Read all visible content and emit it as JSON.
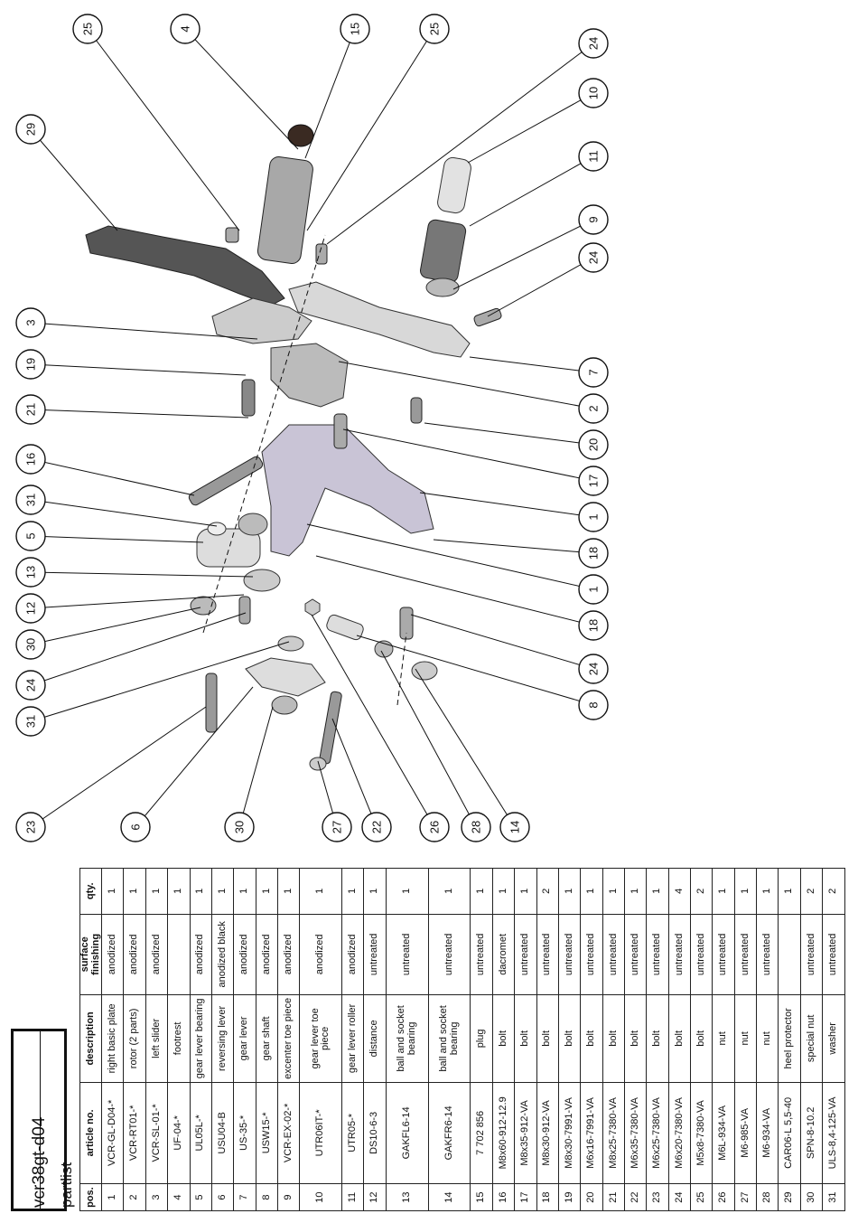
{
  "title_block": {
    "code": "vcr38gt-d04",
    "label": "partlist"
  },
  "table": {
    "headers": [
      "pos.",
      "article no.",
      "description",
      "surface finishing",
      "qty."
    ],
    "rows": [
      [
        "1",
        "VCR-GL-D04-*",
        "right basic plate",
        "anodized",
        "1"
      ],
      [
        "2",
        "VCR-RT01-*",
        "rotor (2 parts)",
        "anodized",
        "1"
      ],
      [
        "3",
        "VCR-SL-01-*",
        "left slider",
        "anodized",
        "1"
      ],
      [
        "4",
        "UF-04-*",
        "footrest",
        "",
        "1"
      ],
      [
        "5",
        "UL05L-*",
        "gear lever bearing",
        "anodized",
        "1"
      ],
      [
        "6",
        "USU04-B",
        "reversing lever",
        "anodized black",
        "1"
      ],
      [
        "7",
        "US-35-*",
        "gear lever",
        "anodized",
        "1"
      ],
      [
        "8",
        "USW15-*",
        "gear shaft",
        "anodized",
        "1"
      ],
      [
        "9",
        "VCR-EX-02-*",
        "excenter toe piece",
        "anodized",
        "1"
      ],
      [
        "10",
        "UTR06IT-*",
        "gear lever toe piece",
        "anodized",
        "1"
      ],
      [
        "11",
        "UTR05-*",
        "gear lever roller",
        "anodized",
        "1"
      ],
      [
        "12",
        "DS10-6-3",
        "distance",
        "untreated",
        "1"
      ],
      [
        "13",
        "GAKFL6-14",
        "ball and socket bearing",
        "untreated",
        "1"
      ],
      [
        "14",
        "GAKFR6-14",
        "ball and socket bearing",
        "untreated",
        "1"
      ],
      [
        "15",
        "7 702 856",
        "plug",
        "untreated",
        "1"
      ],
      [
        "16",
        "M8x60-912-12.9",
        "bolt",
        "dacromet",
        "1"
      ],
      [
        "17",
        "M8x35-912-VA",
        "bolt",
        "untreated",
        "1"
      ],
      [
        "18",
        "M8x30-912-VA",
        "bolt",
        "untreated",
        "2"
      ],
      [
        "19",
        "M8x30-7991-VA",
        "bolt",
        "untreated",
        "1"
      ],
      [
        "20",
        "M6x16-7991-VA",
        "bolt",
        "untreated",
        "1"
      ],
      [
        "21",
        "M8x25-7380-VA",
        "bolt",
        "untreated",
        "1"
      ],
      [
        "22",
        "M6x35-7380-VA",
        "bolt",
        "untreated",
        "1"
      ],
      [
        "23",
        "M6x25-7380-VA",
        "bolt",
        "untreated",
        "1"
      ],
      [
        "24",
        "M6x20-7380-VA",
        "bolt",
        "untreated",
        "4"
      ],
      [
        "25",
        "M5x8-7380-VA",
        "bolt",
        "untreated",
        "2"
      ],
      [
        "26",
        "M6L-934-VA",
        "nut",
        "untreated",
        "1"
      ],
      [
        "27",
        "M6-985-VA",
        "nut",
        "untreated",
        "1"
      ],
      [
        "28",
        "M6-934-VA",
        "nut",
        "untreated",
        "1"
      ],
      [
        "29",
        "CAR06-L 5,5-40",
        "heel protector",
        "",
        "1"
      ],
      [
        "30",
        "SPN-8-10.2",
        "special nut",
        "untreated",
        "2"
      ],
      [
        "31",
        "ULS-8,4-125-VA",
        "washer",
        "untreated",
        "2"
      ]
    ]
  },
  "balloons": [
    "25",
    "4",
    "15",
    "25",
    "24",
    "10",
    "11",
    "9",
    "24",
    "29",
    "3",
    "7",
    "19",
    "2",
    "21",
    "20",
    "16",
    "17",
    "31",
    "1",
    "5",
    "18",
    "13",
    "1",
    "12",
    "18",
    "30",
    "24",
    "24",
    "8",
    "31",
    "23",
    "6",
    "30",
    "27",
    "22",
    "26",
    "28",
    "14"
  ]
}
